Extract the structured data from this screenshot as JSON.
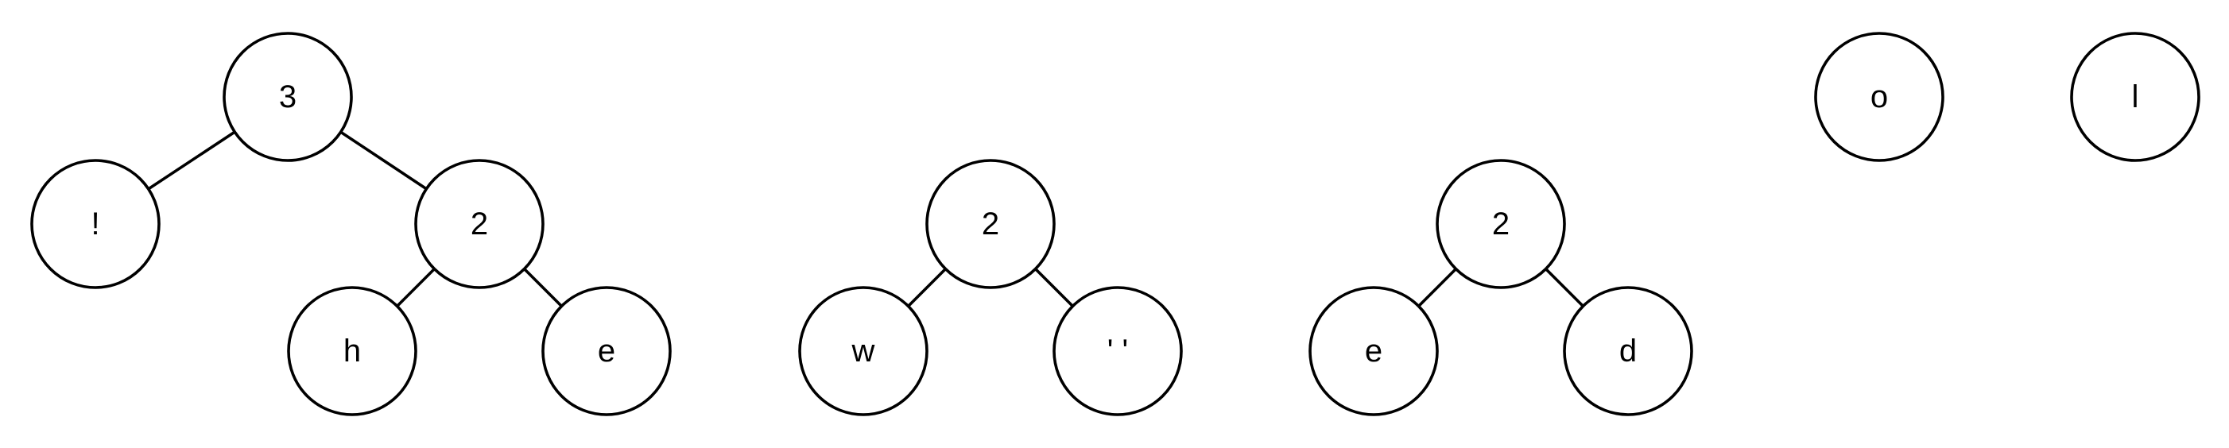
{
  "forest": {
    "trees": [
      {
        "root": {
          "label": "3",
          "children": [
            {
              "label": "!"
            },
            {
              "label": "2",
              "children": [
                {
                  "label": "h"
                },
                {
                  "label": "e"
                }
              ]
            }
          ]
        }
      },
      {
        "root": {
          "label": "2",
          "children": [
            {
              "label": "w"
            },
            {
              "label": "' '"
            }
          ]
        }
      },
      {
        "root": {
          "label": "2",
          "children": [
            {
              "label": "e"
            },
            {
              "label": "d"
            }
          ]
        }
      },
      {
        "root": {
          "label": "o"
        }
      },
      {
        "root": {
          "label": "l"
        }
      }
    ]
  },
  "colors": {
    "stroke": "#000000",
    "fill": "#ffffff",
    "text": "#000000"
  }
}
